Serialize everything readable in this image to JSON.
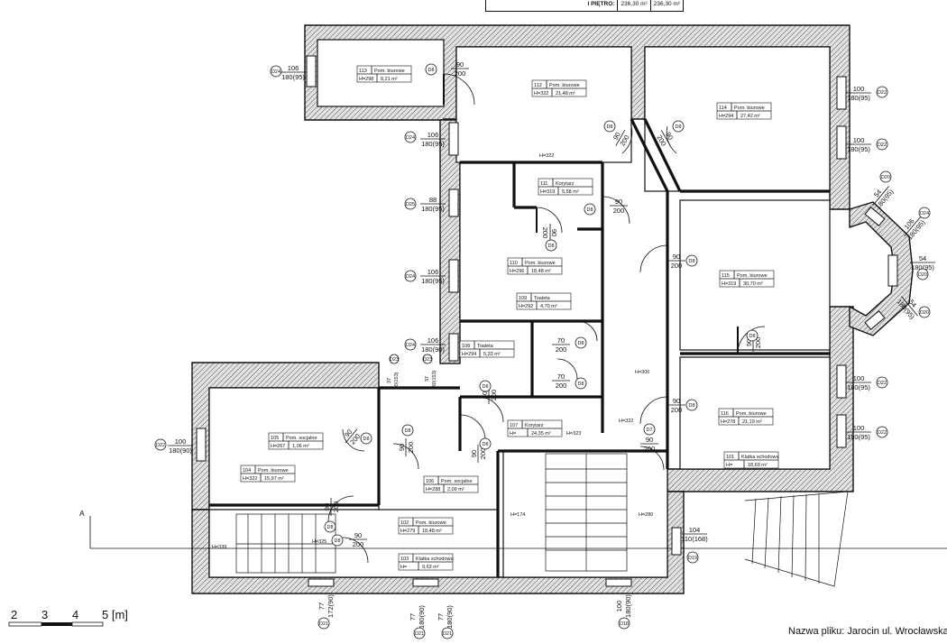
{
  "header": {
    "level": "I PIĘTRO:",
    "area_a": "236,30 m²",
    "area_b": "236,30 m²"
  },
  "rooms": [
    {
      "no": "113",
      "name": "Pom. biurowe",
      "h": "H=298",
      "area": "8,21 m²"
    },
    {
      "no": "112",
      "name": "Pom. biurowe",
      "h": "H=322",
      "area": "21,48 m²"
    },
    {
      "no": "114",
      "name": "Pom. biurowe",
      "h": "H=294",
      "area": "27,42 m²"
    },
    {
      "no": "111",
      "name": "Korytarz",
      "h": "H=319",
      "area": "5,58 m²"
    },
    {
      "no": "110",
      "name": "Pom. biurowe",
      "h": "H=296",
      "area": "18,48 m²"
    },
    {
      "no": "115",
      "name": "Pom. biurowe",
      "h": "H=319",
      "area": "30,70 m²"
    },
    {
      "no": "109",
      "name": "Toaleta",
      "h": "H=292",
      "area": "4,70 m²"
    },
    {
      "no": "108",
      "name": "Toaleta",
      "h": "H=294",
      "area": "5,33 m²"
    },
    {
      "no": "107",
      "name": "Korytarz",
      "h": "H=",
      "area": "24,35 m²"
    },
    {
      "no": "116",
      "name": "Pom. biurowe",
      "h": "H=278",
      "area": "21,19 m²"
    },
    {
      "no": "101",
      "name": "Klatka schodowa",
      "h": "H=",
      "area": "18,69 m²"
    },
    {
      "no": "105",
      "name": "Pom. socjalne",
      "h": "H=267",
      "area": "1,06 m²"
    },
    {
      "no": "104",
      "name": "Pom. biurowe",
      "h": "H=322",
      "area": "15,97 m²"
    },
    {
      "no": "106",
      "name": "Pom. socjalne",
      "h": "H=288",
      "area": "2,09 m²"
    },
    {
      "no": "102",
      "name": "Pom. biurowe",
      "h": "H=279",
      "area": "18,48 m²"
    },
    {
      "no": "103",
      "name": "Klatka schodowa",
      "h": "H=",
      "area": "9,63 m²"
    }
  ],
  "windows": {
    "w1": {
      "tag": "D24",
      "w": "106",
      "h": "180(95)"
    },
    "w2": {
      "tag": "D24",
      "w": "106",
      "h": "180(95)"
    },
    "w3": {
      "tag": "D25",
      "w": "88",
      "h": "180(95)"
    },
    "w4": {
      "tag": "D24",
      "w": "106",
      "h": "180(95)"
    },
    "w5": {
      "tag": "D24",
      "w": "106",
      "h": "180(90)"
    },
    "w6": {
      "tag": "D22",
      "w": "100",
      "h": "180(95)"
    },
    "w7": {
      "tag": "D22",
      "w": "100",
      "h": "180(95)"
    },
    "w8": {
      "tag": "D22",
      "w": "100",
      "h": "180(95)"
    },
    "w9": {
      "tag": "D22",
      "w": "100",
      "h": "180(95)"
    },
    "w10": {
      "tag": "D22",
      "w": "100",
      "h": "180(90)"
    },
    "w11": {
      "tag": "D19",
      "w": "104",
      "h": "110(168)"
    },
    "w12": {
      "tag": "D20",
      "w": "54",
      "h": "180(95)"
    },
    "w13": {
      "tag": "D20",
      "w": "54",
      "h": "180(95)"
    },
    "w14": {
      "tag": "D20",
      "w": "54",
      "h": "180(95)"
    },
    "w15": {
      "tag": "D24",
      "w": "106",
      "h": "180(95)"
    }
  },
  "doors": {
    "d1": {
      "tag": "D8",
      "w": "90",
      "h": "200"
    },
    "d2": {
      "tag": "D8",
      "w": "90",
      "h": "200"
    },
    "d3": {
      "tag": "D8",
      "w": "90",
      "h": "200"
    },
    "d4": {
      "tag": "D8",
      "w": "90",
      "h": "200"
    },
    "d5": {
      "tag": "D8",
      "w": "90",
      "h": "200"
    },
    "d6": {
      "tag": "D8",
      "w": "90",
      "h": "200"
    },
    "d7": {
      "tag": "D8",
      "w": "90",
      "h": "200"
    },
    "d8": {
      "tag": "D8",
      "w": "90",
      "h": "200"
    },
    "d9": {
      "tag": "D8",
      "w": "90",
      "h": "200"
    },
    "d10": {
      "tag": "D8",
      "w": "90",
      "h": "200"
    },
    "d11": {
      "tag": "D8",
      "w": "70",
      "h": "200"
    },
    "d12": {
      "tag": "D8",
      "w": "70",
      "h": "200"
    },
    "d13": {
      "tag": "D7",
      "w": "90",
      "h": "200"
    },
    "d14": {
      "tag": "D8",
      "w": "90",
      "h": "200"
    },
    "d15": {
      "tag": "D8",
      "w": "90",
      "h": "200"
    },
    "d16": {
      "tag": "D8",
      "w": "90",
      "h": "200"
    },
    "d17": {
      "tag": "D8",
      "w": "90",
      "h": "200"
    }
  },
  "bottom_windows": {
    "b1": {
      "tag": "D21",
      "w": "77",
      "h": "172(90)"
    },
    "b2": {
      "tag": "D21",
      "w": "77",
      "h": "180(90)"
    },
    "b3": {
      "tag": "D21",
      "w": "77",
      "h": "180(90)"
    },
    "b4": {
      "tag": "D18",
      "w": "100",
      "h": "180(90)"
    }
  },
  "small_windows": {
    "s1": {
      "tag": "D23",
      "w": "37",
      "h": "80(153)"
    },
    "s2": {
      "tag": "D23",
      "w": "37",
      "h": "80(153)"
    }
  },
  "heights": {
    "h1": "H=339",
    "h2": "H=174",
    "h3": "H=280",
    "h4": "H=325",
    "h5": "H=322",
    "h6": "H=300",
    "h7": "H=323",
    "h8": "H=322"
  },
  "section_mark": "A",
  "scale": {
    "labels": [
      "2",
      "3",
      "4",
      "5 [m]"
    ]
  },
  "filename": "Nazwa pliku: Jarocin ul. Wrocławska"
}
